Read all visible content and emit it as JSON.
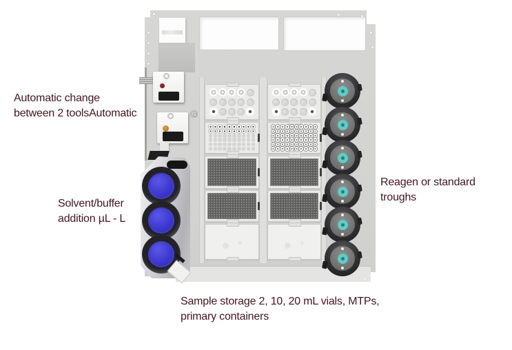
{
  "figure": {
    "title": "Automated sample-preparation deck diagram",
    "labels": {
      "tools": "Automatic change\nbetween 2 toolsAutomatic",
      "solvent": "Solvent/buffer\naddition µL - L",
      "troughs": "Reagen or standard troughs",
      "samples": "Sample storage 2, 10, 20 mL vials, MTPs,\nprimary containers"
    },
    "label_color": "#421620",
    "deck": {
      "colors": {
        "deck_gray": "#d5d5d3",
        "bottle_cap_blue": "#3b38cf",
        "trough_septum_teal": "#5fccc6",
        "mtp_plate_dark": "#5d5d5b",
        "tool_indicator_red": "#7c1a1a",
        "tool_indicator_amber": "#c8821e"
      },
      "tool_docks": {
        "count": 2
      },
      "solvent_bottles": {
        "count": 3
      },
      "troughs": {
        "count": 6
      },
      "rack_columns": [
        {
          "rows": [
            "vials-20pos",
            "vials-partial",
            "mtp-384",
            "mtp-384",
            "empty"
          ]
        },
        {
          "rows": [
            "vials-20pos",
            "vials-full",
            "mtp-384",
            "mtp-384",
            "empty"
          ]
        }
      ]
    }
  }
}
